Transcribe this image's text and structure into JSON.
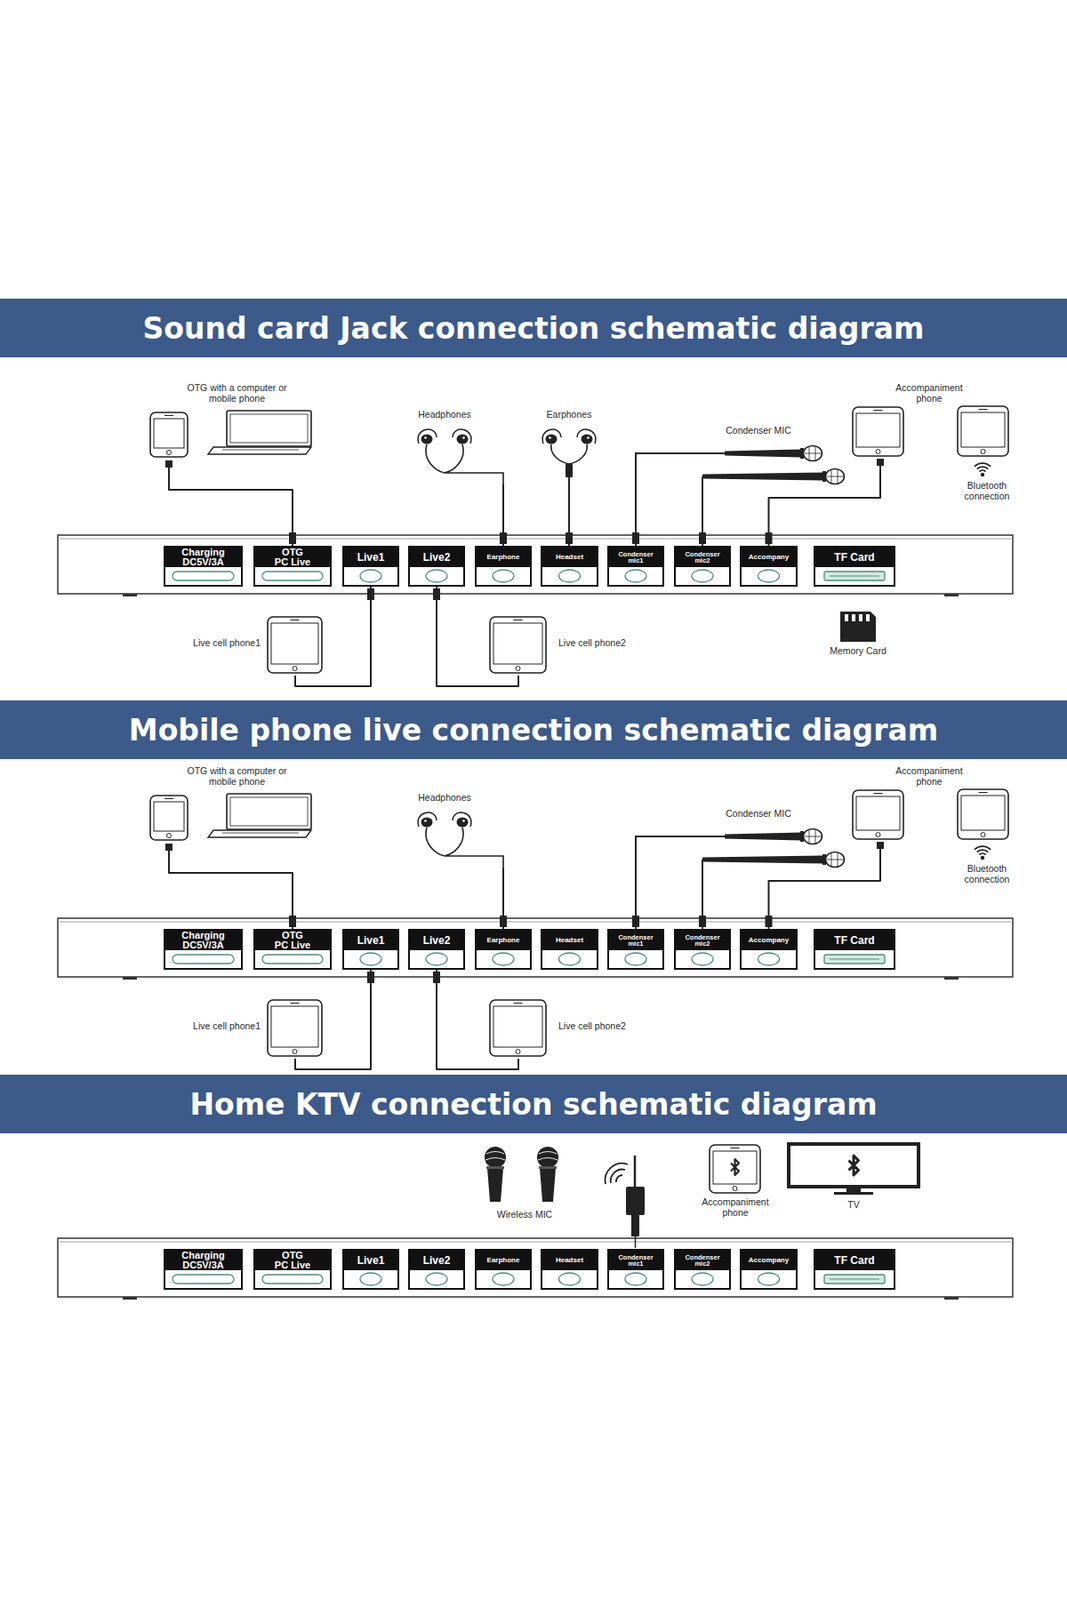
{
  "diagram": {
    "nodes": [
      {
        "text": [
          "Sound card Jack connection schematic diagram"
        ]
      },
      {
        "text": [
          "OTG with a computer or mobile phone"
        ]
      },
      {
        "text": [
          "Headphones"
        ]
      },
      {
        "text": [
          "Earphones"
        ]
      },
      {
        "text": [
          "Condenser MIC"
        ]
      },
      {
        "text": [
          "Accompaniment phone"
        ]
      },
      {
        "text": [
          "Bluetooth connection"
        ]
      },
      {
        "text": [
          "Charging DC5V/3A"
        ]
      },
      {
        "text": [
          "OTG PC Live"
        ]
      },
      {
        "text": [
          "Live1"
        ]
      },
      {
        "text": [
          "Live2"
        ]
      },
      {
        "text": [
          "Earphone"
        ]
      },
      {
        "text": [
          "Headset"
        ]
      },
      {
        "text": [
          "Condenser mic1"
        ]
      },
      {
        "text": [
          "Condenser mic2"
        ]
      },
      {
        "text": [
          "Accompany"
        ]
      },
      {
        "text": [
          "TF Card"
        ]
      },
      {
        "text": [
          "Live cell phone1"
        ]
      },
      {
        "text": [
          "Live cell phone2"
        ]
      },
      {
        "text": [
          "Memory Card"
        ]
      },
      {
        "text": [
          "Mobile phone live connection schematic diagram"
        ]
      },
      {
        "text": [
          "OTG with a computer or mobile phone"
        ]
      },
      {
        "text": [
          "Headphones"
        ]
      },
      {
        "text": [
          "Condenser MIC"
        ]
      },
      {
        "text": [
          "Accompaniment phone"
        ]
      },
      {
        "text": [
          "Bluetooth connection"
        ]
      },
      {
        "text": [
          "Charging DC5V/3A"
        ]
      },
      {
        "text": [
          "OTG PC Live"
        ]
      },
      {
        "text": [
          "Live1"
        ]
      },
      {
        "text": [
          "Live2"
        ]
      },
      {
        "text": [
          "Earphone"
        ]
      },
      {
        "text": [
          "Headset"
        ]
      },
      {
        "text": [
          "Condenser mic1"
        ]
      },
      {
        "text": [
          "Condenser mic2"
        ]
      },
      {
        "text": [
          "Accompany"
        ]
      },
      {
        "text": [
          "TF Card"
        ]
      },
      {
        "text": [
          "Live cell phone1"
        ]
      },
      {
        "text": [
          "Live cell phone2"
        ]
      },
      {
        "text": [
          "Home KTV connection schematic diagram"
        ]
      },
      {
        "text": [
          "Wireless MIC"
        ]
      },
      {
        "text": [
          "Accompaniment phone"
        ]
      },
      {
        "text": [
          "TV"
        ]
      },
      {
        "text": [
          "Charging DC5V/3A"
        ]
      },
      {
        "text": [
          "OTG PC Live"
        ]
      },
      {
        "text": [
          "Live1"
        ]
      },
      {
        "text": [
          "Live2"
        ]
      },
      {
        "text": [
          "Earphone"
        ]
      },
      {
        "text": [
          "Headset"
        ]
      },
      {
        "text": [
          "Condenser mic1"
        ]
      },
      {
        "text": [
          "Condenser mic2"
        ]
      },
      {
        "text": [
          "Accompany"
        ]
      },
      {
        "text": [
          "TF Card"
        ]
      }
    ],
    "edges": [
      {
        "from": 1,
        "to": 8,
        "arrow": "none"
      },
      {
        "from": 2,
        "to": 11,
        "arrow": "none"
      },
      {
        "from": 3,
        "to": 12,
        "arrow": "none"
      },
      {
        "from": 4,
        "to": 13,
        "arrow": "none"
      },
      {
        "from": 4,
        "to": 14,
        "arrow": "none"
      },
      {
        "from": 5,
        "to": 15,
        "arrow": "none"
      },
      {
        "from": 17,
        "to": 9,
        "arrow": "none"
      },
      {
        "from": 18,
        "to": 10,
        "arrow": "none"
      },
      {
        "from": 21,
        "to": 27,
        "arrow": "none"
      },
      {
        "from": 22,
        "to": 30,
        "arrow": "none"
      },
      {
        "from": 23,
        "to": 32,
        "arrow": "none"
      },
      {
        "from": 23,
        "to": 33,
        "arrow": "none"
      },
      {
        "from": 24,
        "to": 34,
        "arrow": "none"
      },
      {
        "from": 36,
        "to": 28,
        "arrow": "none"
      },
      {
        "from": 37,
        "to": 29,
        "arrow": "none"
      }
    ]
  }
}
